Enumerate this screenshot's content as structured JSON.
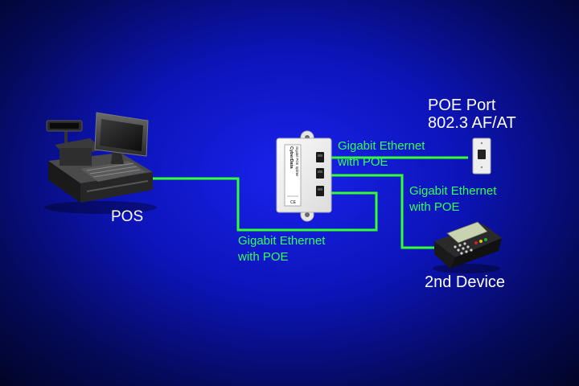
{
  "labels": {
    "poe_port_line1": "POE Port",
    "poe_port_line2": "802.3 AF/AT",
    "pos": "POS",
    "second_device": "2nd Device",
    "cable_top": [
      "Gigabit Ethernet",
      "with POE"
    ],
    "cable_right": [
      "Gigabit Ethernet",
      "with POE"
    ],
    "cable_bottom": [
      "Gigabit Ethernet",
      "with POE"
    ]
  },
  "splitter_label": {
    "brand": "CyberData",
    "model": "Gigabit POE Splitter",
    "mark": "CE"
  },
  "colors": {
    "cable": "#33ff33",
    "label_green": "#33ff55",
    "label_white": "#ffffff"
  }
}
